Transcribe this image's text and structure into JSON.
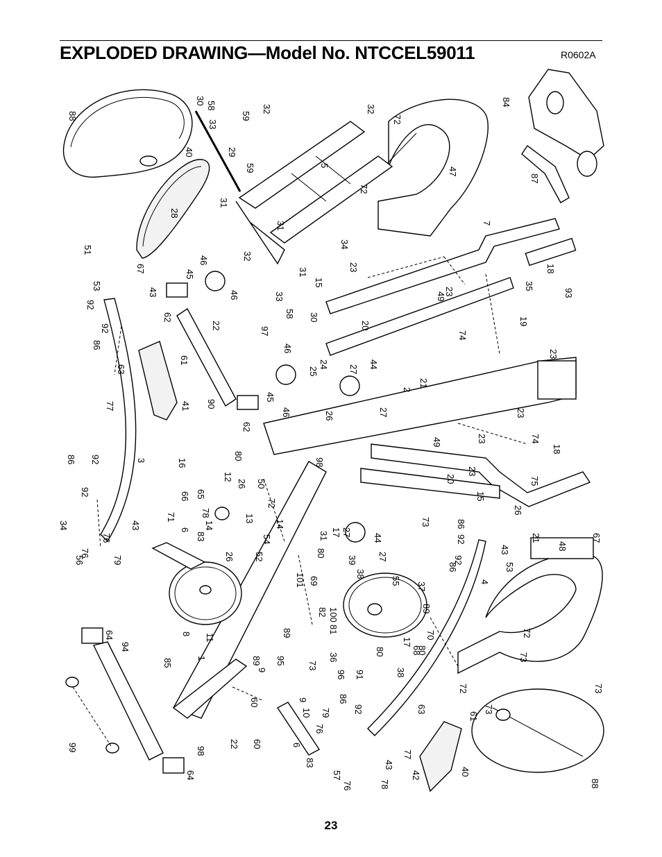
{
  "header": {
    "title": "EXPLODED DRAWING—Model No. NTCCEL59011",
    "drawing_code": "R0602A"
  },
  "footer": {
    "page_number": "23"
  },
  "callouts": [
    {
      "label": "88"
    },
    {
      "label": "30"
    },
    {
      "label": "58"
    },
    {
      "label": "33"
    },
    {
      "label": "32"
    },
    {
      "label": "59"
    },
    {
      "label": "59"
    },
    {
      "label": "32"
    },
    {
      "label": "72"
    },
    {
      "label": "84"
    },
    {
      "label": "40"
    },
    {
      "label": "29"
    },
    {
      "label": "5"
    },
    {
      "label": "47"
    },
    {
      "label": "87"
    },
    {
      "label": "28"
    },
    {
      "label": "31"
    },
    {
      "label": "72"
    },
    {
      "label": "31"
    },
    {
      "label": "7"
    },
    {
      "label": "51"
    },
    {
      "label": "32"
    },
    {
      "label": "34"
    },
    {
      "label": "18"
    },
    {
      "label": "46"
    },
    {
      "label": "45"
    },
    {
      "label": "67"
    },
    {
      "label": "31"
    },
    {
      "label": "23"
    },
    {
      "label": "35"
    },
    {
      "label": "53"
    },
    {
      "label": "15"
    },
    {
      "label": "93"
    },
    {
      "label": "43"
    },
    {
      "label": "46"
    },
    {
      "label": "33"
    },
    {
      "label": "58"
    },
    {
      "label": "49"
    },
    {
      "label": "23"
    },
    {
      "label": "62"
    },
    {
      "label": "92"
    },
    {
      "label": "30"
    },
    {
      "label": "20"
    },
    {
      "label": "19"
    },
    {
      "label": "92"
    },
    {
      "label": "86"
    },
    {
      "label": "22"
    },
    {
      "label": "97"
    },
    {
      "label": "74"
    },
    {
      "label": "61"
    },
    {
      "label": "46"
    },
    {
      "label": "23"
    },
    {
      "label": "24"
    },
    {
      "label": "27"
    },
    {
      "label": "44"
    },
    {
      "label": "63"
    },
    {
      "label": "25"
    },
    {
      "label": "41"
    },
    {
      "label": "90"
    },
    {
      "label": "45"
    },
    {
      "label": "21"
    },
    {
      "label": "77"
    },
    {
      "label": "46"
    },
    {
      "label": "2"
    },
    {
      "label": "27"
    },
    {
      "label": "26"
    },
    {
      "label": "62"
    },
    {
      "label": "23"
    },
    {
      "label": "49"
    },
    {
      "label": "23"
    },
    {
      "label": "74"
    },
    {
      "label": "18"
    },
    {
      "label": "86"
    },
    {
      "label": "92"
    },
    {
      "label": "16"
    },
    {
      "label": "80"
    },
    {
      "label": "3"
    },
    {
      "label": "12"
    },
    {
      "label": "98"
    },
    {
      "label": "20"
    },
    {
      "label": "23"
    },
    {
      "label": "66"
    },
    {
      "label": "26"
    },
    {
      "label": "50"
    },
    {
      "label": "15"
    },
    {
      "label": "75"
    },
    {
      "label": "92"
    },
    {
      "label": "65"
    },
    {
      "label": "72"
    },
    {
      "label": "26"
    },
    {
      "label": "34"
    },
    {
      "label": "78"
    },
    {
      "label": "14"
    },
    {
      "label": "13"
    },
    {
      "label": "73"
    },
    {
      "label": "21"
    },
    {
      "label": "67"
    },
    {
      "label": "71"
    },
    {
      "label": "83"
    },
    {
      "label": "14"
    },
    {
      "label": "31"
    },
    {
      "label": "27"
    },
    {
      "label": "17"
    },
    {
      "label": "86"
    },
    {
      "label": "92"
    },
    {
      "label": "43"
    },
    {
      "label": "48"
    },
    {
      "label": "76"
    },
    {
      "label": "6"
    },
    {
      "label": "54"
    },
    {
      "label": "44"
    },
    {
      "label": "43"
    },
    {
      "label": "76"
    },
    {
      "label": "26"
    },
    {
      "label": "52"
    },
    {
      "label": "80"
    },
    {
      "label": "39"
    },
    {
      "label": "27"
    },
    {
      "label": "92"
    },
    {
      "label": "53"
    },
    {
      "label": "56"
    },
    {
      "label": "79"
    },
    {
      "label": "86"
    },
    {
      "label": "38"
    },
    {
      "label": "4"
    },
    {
      "label": "101"
    },
    {
      "label": "69"
    },
    {
      "label": "55"
    },
    {
      "label": "37"
    },
    {
      "label": "82"
    },
    {
      "label": "100"
    },
    {
      "label": "89"
    },
    {
      "label": "81"
    },
    {
      "label": "70"
    },
    {
      "label": "72"
    },
    {
      "label": "8"
    },
    {
      "label": "64"
    },
    {
      "label": "11"
    },
    {
      "label": "94"
    },
    {
      "label": "17"
    },
    {
      "label": "68"
    },
    {
      "label": "80"
    },
    {
      "label": "73"
    },
    {
      "label": "85"
    },
    {
      "label": "1"
    },
    {
      "label": "89"
    },
    {
      "label": "95"
    },
    {
      "label": "89"
    },
    {
      "label": "36"
    },
    {
      "label": "80"
    },
    {
      "label": "73"
    },
    {
      "label": "38"
    },
    {
      "label": "96"
    },
    {
      "label": "91"
    },
    {
      "label": "9"
    },
    {
      "label": "73"
    },
    {
      "label": "72"
    },
    {
      "label": "73"
    },
    {
      "label": "60"
    },
    {
      "label": "9"
    },
    {
      "label": "79"
    },
    {
      "label": "86"
    },
    {
      "label": "92"
    },
    {
      "label": "10"
    },
    {
      "label": "61"
    },
    {
      "label": "63"
    },
    {
      "label": "76"
    },
    {
      "label": "6"
    },
    {
      "label": "22"
    },
    {
      "label": "60"
    },
    {
      "label": "99"
    },
    {
      "label": "98"
    },
    {
      "label": "77"
    },
    {
      "label": "40"
    },
    {
      "label": "83"
    },
    {
      "label": "57"
    },
    {
      "label": "43"
    },
    {
      "label": "42"
    },
    {
      "label": "78"
    },
    {
      "label": "88"
    },
    {
      "label": "76"
    },
    {
      "label": "64"
    }
  ]
}
